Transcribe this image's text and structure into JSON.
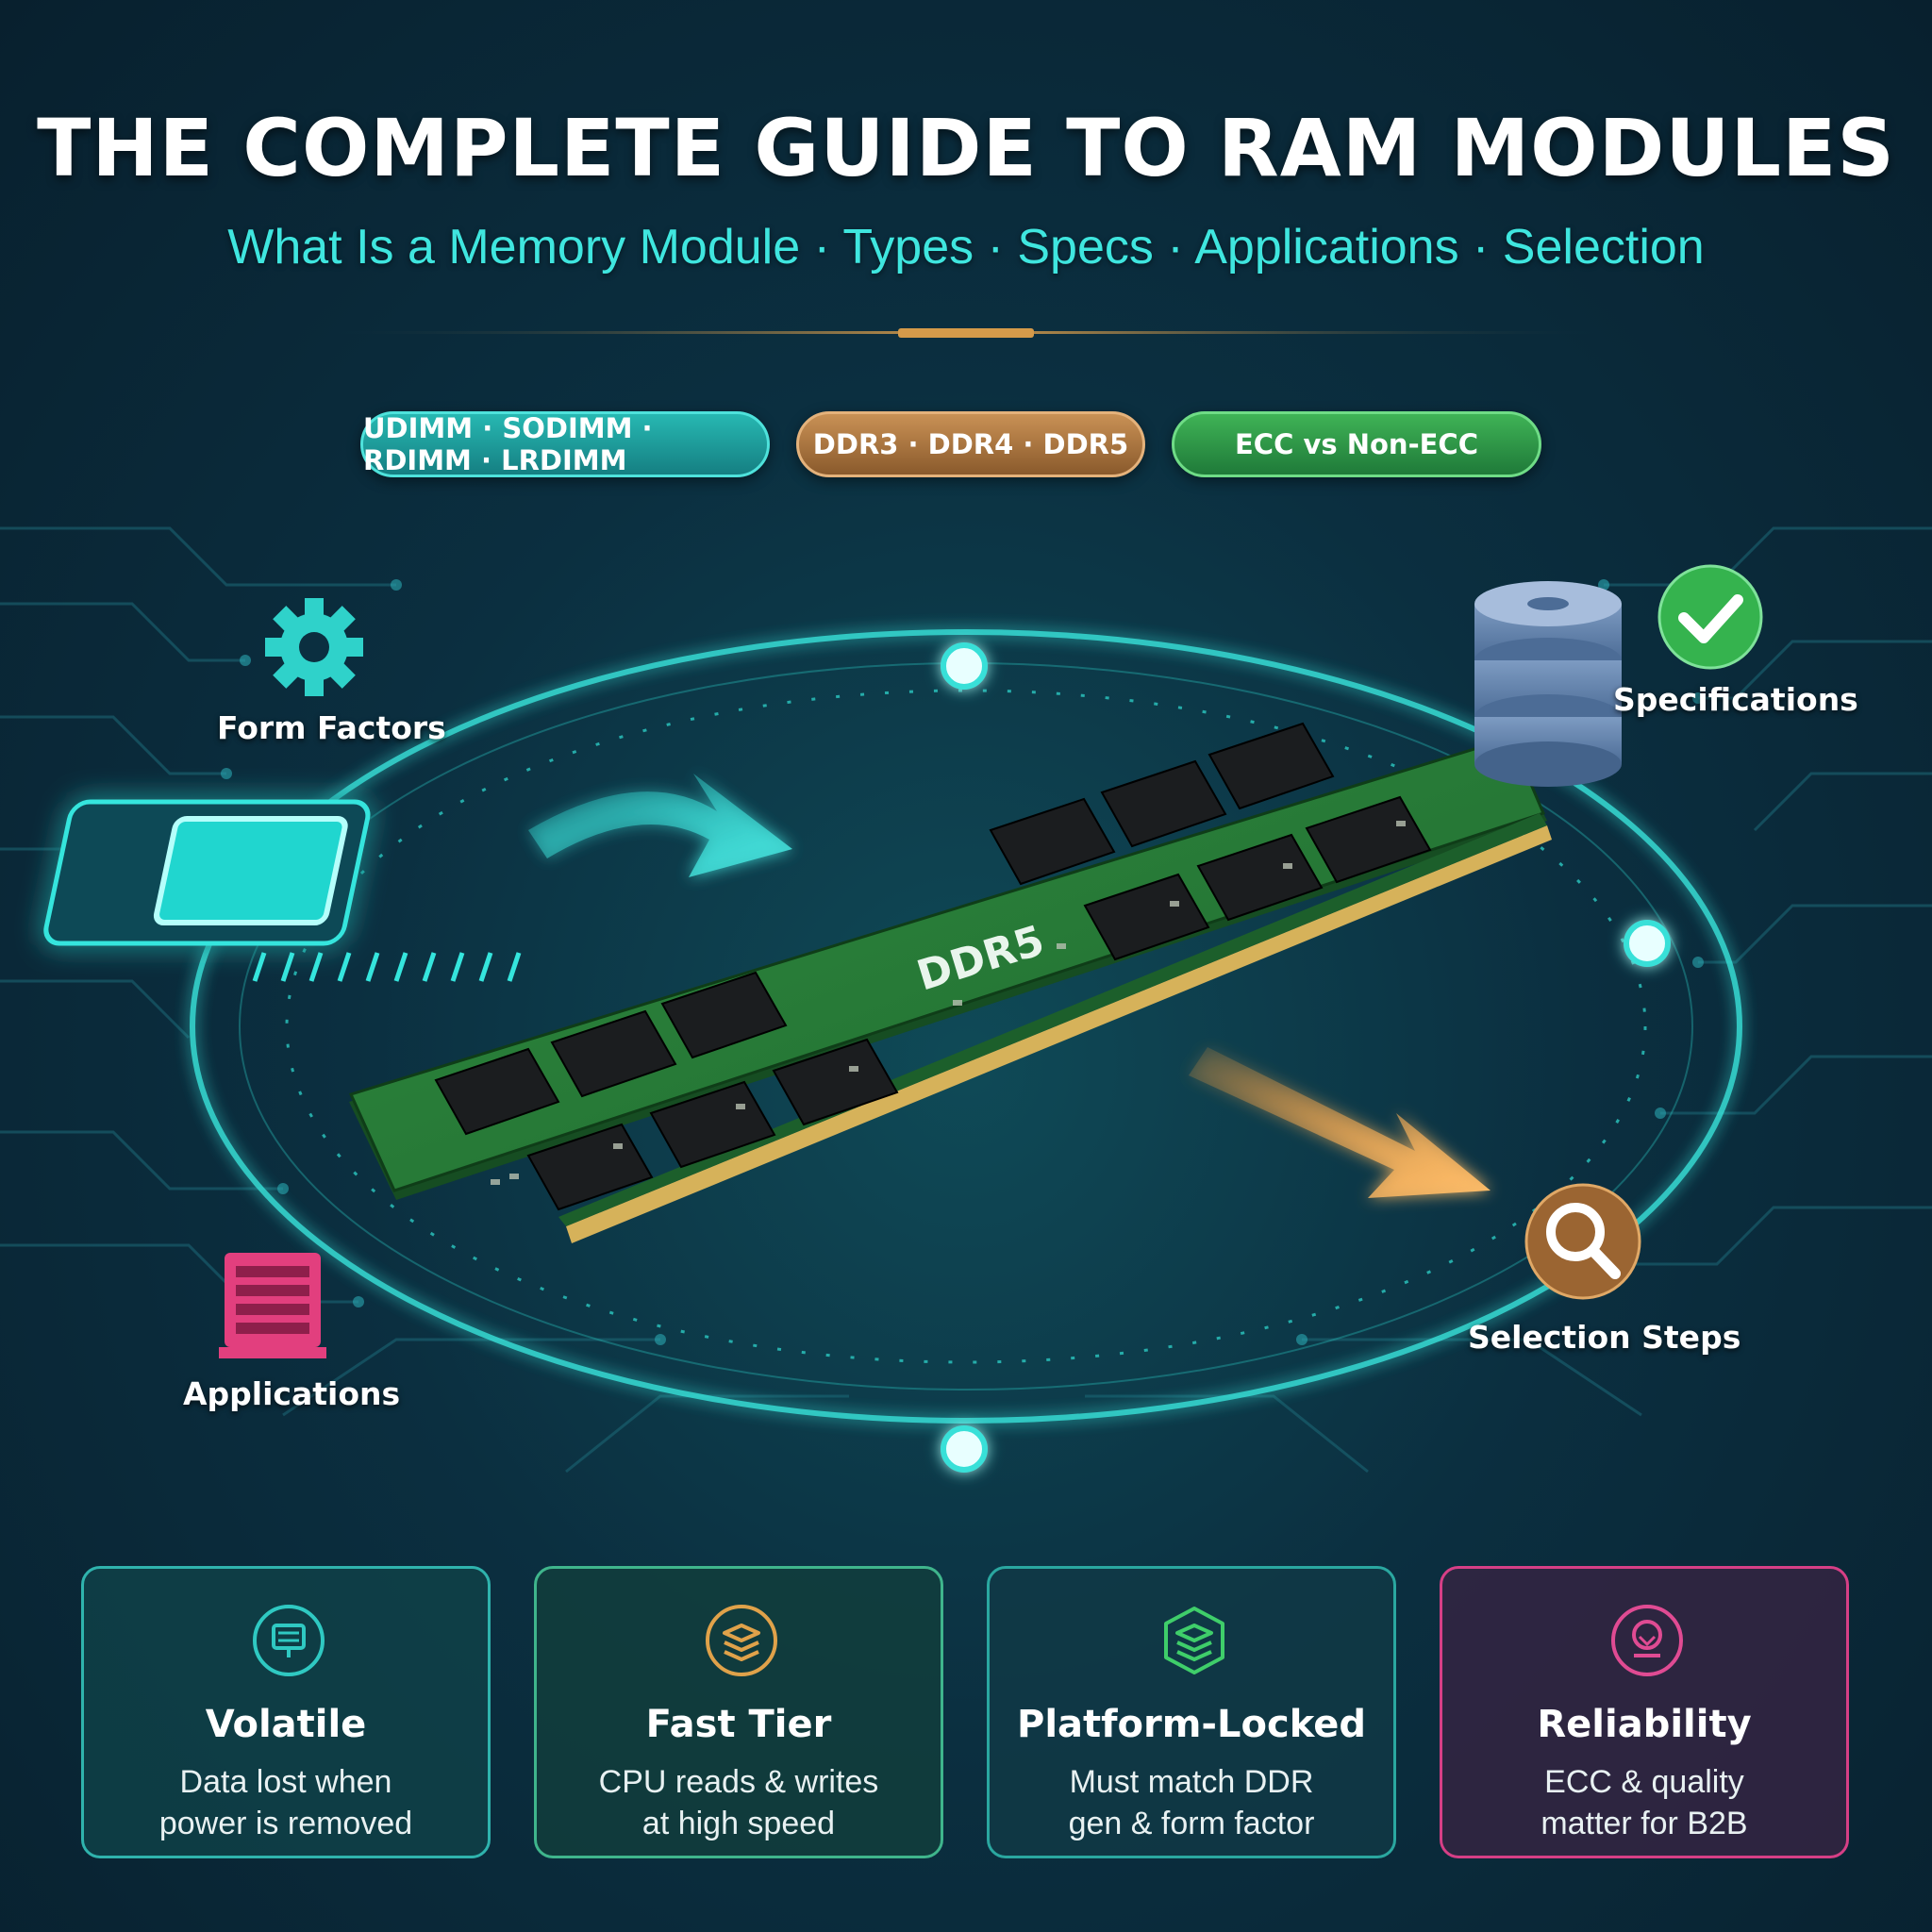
{
  "header": {
    "title": "THE COMPLETE GUIDE TO RAM MODULES",
    "subtitle": "What Is a Memory Module · Types · Specs · Applications · Selection"
  },
  "tags": [
    {
      "label": "UDIMM · SODIMM · RDIMM · LRDIMM",
      "color": "#1f9e9a"
    },
    {
      "label": "DDR3 · DDR4 · DDR5",
      "color": "#b07a43"
    },
    {
      "label": "ECC vs Non-ECC",
      "color": "#2f9a48"
    }
  ],
  "module": {
    "label": "DDR5"
  },
  "nodes": [
    {
      "label": "Form Factors",
      "icon": "gear-icon"
    },
    {
      "label": "Specifications",
      "icon": "database-check-icon"
    },
    {
      "label": "Applications",
      "icon": "server-rack-icon"
    },
    {
      "label": "Selection Steps",
      "icon": "magnifier-icon"
    }
  ],
  "cards": [
    {
      "title": "Volatile",
      "desc_line1": "Data lost when",
      "desc_line2": "power is removed",
      "icon": "monitor-icon",
      "accent": "#2fc9c2"
    },
    {
      "title": "Fast Tier",
      "desc_line1": "CPU reads & writes",
      "desc_line2": "at high speed",
      "icon": "layers-icon",
      "accent": "#e0a24a"
    },
    {
      "title": "Platform-Locked",
      "desc_line1": "Must match DDR",
      "desc_line2": "gen & form factor",
      "icon": "stack-icon",
      "accent": "#3fce6a"
    },
    {
      "title": "Reliability",
      "desc_line1": "ECC & quality",
      "desc_line2": "matter for B2B",
      "icon": "shield-badge-icon",
      "accent": "#e04b93"
    }
  ],
  "colors": {
    "accent": "#3fe6df",
    "background": "#0b2f40"
  }
}
